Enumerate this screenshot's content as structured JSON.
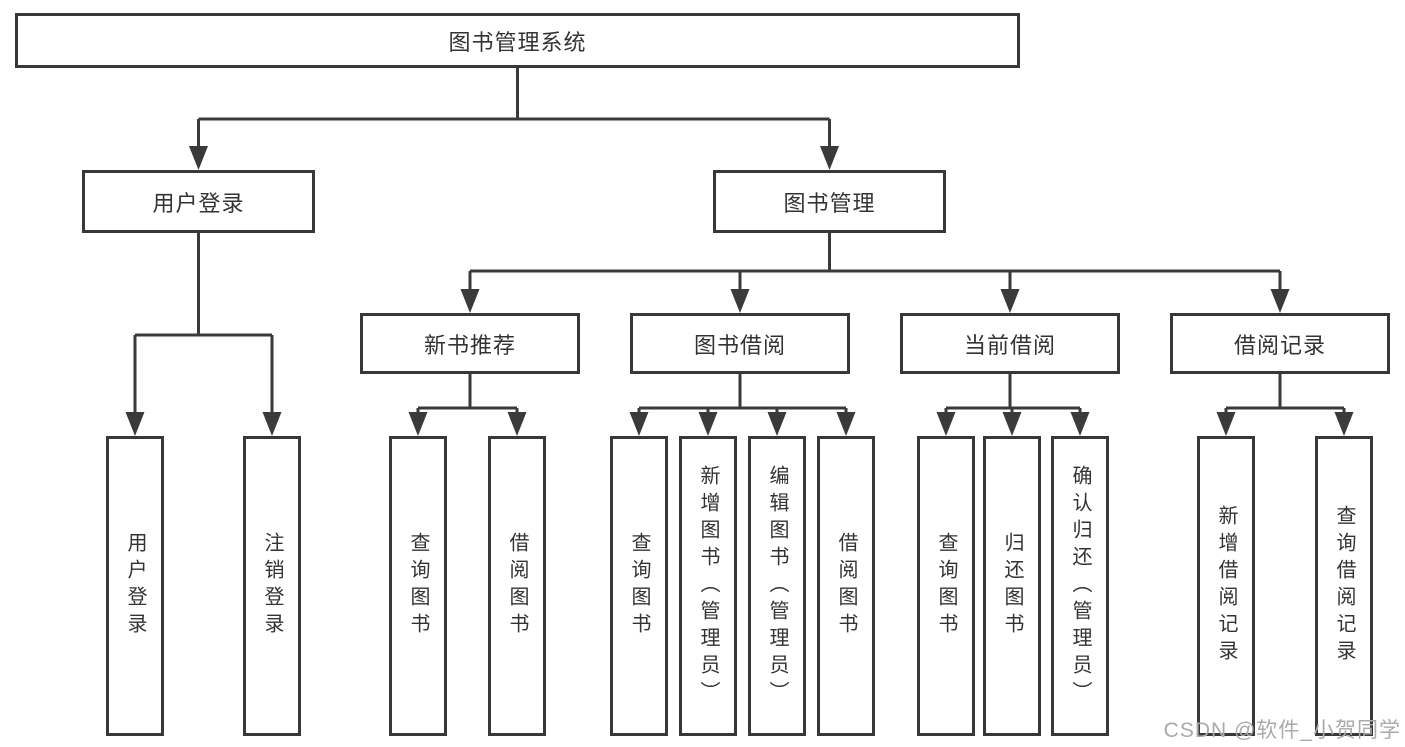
{
  "nodes": {
    "root": "图书管理系统",
    "level2": [
      "用户登录",
      "图书管理"
    ],
    "level3": [
      "新书推荐",
      "图书借阅",
      "当前借阅",
      "借阅记录"
    ],
    "user_login_children": [
      "用户登录",
      "注销登录"
    ],
    "new_book_children": [
      "查询图书",
      "借阅图书"
    ],
    "book_borrow_children": [
      "查询图书",
      "新增图书（管理员）",
      "编辑图书（管理员）",
      "借阅图书"
    ],
    "current_borrow_children": [
      "查询图书",
      "归还图书",
      "确认归还（管理员）"
    ],
    "borrow_record_children": [
      "新增借阅记录",
      "查询借阅记录"
    ]
  },
  "watermark": "CSDN @软件_小贺同学",
  "colors": {
    "line": "#3a3a3a",
    "box_border": "#383838",
    "text": "#333333",
    "watermark": "#aaaaaa",
    "background": "#ffffff"
  }
}
